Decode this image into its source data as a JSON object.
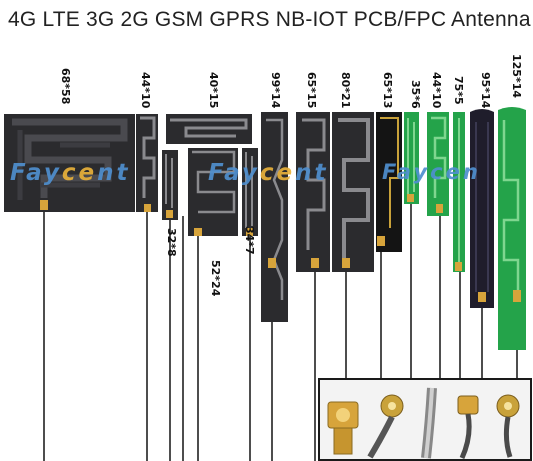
{
  "title": "4G LTE 3G 2G GSM GPRS NB-IOT PCB/FPC Antenna",
  "watermark": {
    "brand_start": "Fay",
    "brand_mid": "ce",
    "brand_end": "nt",
    "brand_cut": "Faycen"
  },
  "dimensions": {
    "a68x58": "68*58",
    "a44x10": "44*10",
    "a40x15": "40*15",
    "a32x8": "32*8",
    "a52x24": "52*24",
    "a34x7": "34*7",
    "a99x14": "99*14",
    "a65x15": "65*15",
    "a80x21": "80*21",
    "a65x13": "65*13",
    "a35x6": "35*6",
    "a44x10b": "44*10",
    "a75x5": "75*5",
    "a95x14": "95*14",
    "a125x14": "125*14"
  },
  "colors": {
    "fpc_dark": "#2b2b2e",
    "fpc_trace": "#8a8a8e",
    "pcb_green": "#24a34a",
    "pcb_trace": "#7fd68f",
    "pcb_black": "#141414",
    "gold": "#d7a43b",
    "cable": "#222222",
    "watermark_blue": "#4f8fcf",
    "watermark_gold": "#e8b13a"
  },
  "connectors": [
    "sma-connector",
    "ipex1-connector",
    "coax-cable-end",
    "ipex4-connector",
    "ipex1-connector-2"
  ]
}
